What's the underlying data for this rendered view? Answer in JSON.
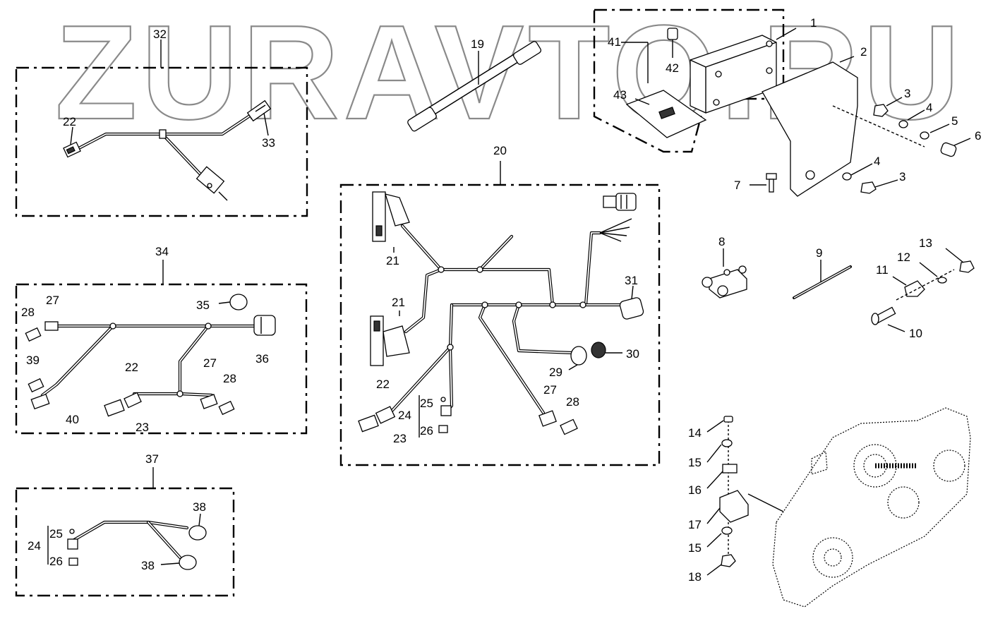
{
  "watermark": "ZURAVTO.RU",
  "callouts": {
    "n1": "1",
    "n2": "2",
    "n3a": "3",
    "n3b": "3",
    "n4a": "4",
    "n4b": "4",
    "n5": "5",
    "n6": "6",
    "n7": "7",
    "n8": "8",
    "n9": "9",
    "n10": "10",
    "n11": "11",
    "n12": "12",
    "n13": "13",
    "n14": "14",
    "n15a": "15",
    "n15b": "15",
    "n16": "16",
    "n17": "17",
    "n18": "18",
    "n19": "19",
    "n20": "20",
    "n21a": "21",
    "n21b": "21",
    "n22a": "22",
    "n22b": "22",
    "n22c": "22",
    "n23a": "23",
    "n23b": "23",
    "n24a": "24",
    "n24b": "24",
    "n25a": "25",
    "n25b": "25",
    "n26a": "26",
    "n26b": "26",
    "n27a": "27",
    "n27b": "27",
    "n27c": "27",
    "n28a": "28",
    "n28b": "28",
    "n28c": "28",
    "n29": "29",
    "n30": "30",
    "n31": "31",
    "n32": "32",
    "n33": "33",
    "n34": "34",
    "n35": "35",
    "n36": "36",
    "n37": "37",
    "n38a": "38",
    "n38b": "38",
    "n39": "39",
    "n40": "40",
    "n41": "41",
    "n42": "42",
    "n43": "43"
  }
}
